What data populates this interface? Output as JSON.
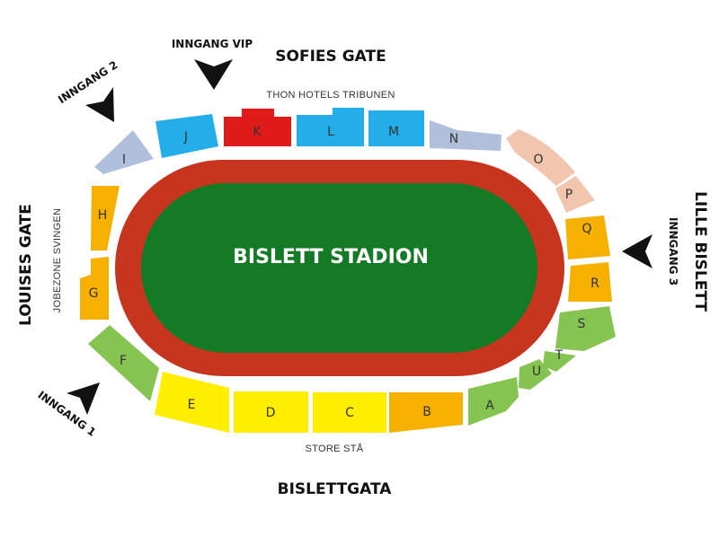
{
  "streets": {
    "north": "SOFIES GATE",
    "south": "BISLETTGATA",
    "west": "LOUISES GATE",
    "east": "LILLE BISLETT"
  },
  "stands": {
    "north": "THON HOTELS TRIBUNEN",
    "south": "STORE STÅ",
    "west": "JOBEZONE SVINGEN"
  },
  "title": "BISLETT STADION",
  "entrances": {
    "vip": "INNGANG VIP",
    "two": "INNGANG 2",
    "three": "INNGANG 3",
    "one": "INNGANG 1"
  },
  "colors": {
    "pitch": "#147a25",
    "track": "#c8351e",
    "blue": "#23aeea",
    "red": "#e11a1a",
    "lavender": "#b0c0dc",
    "peach": "#f2c6ae",
    "orange": "#f5b000",
    "green": "#86c452",
    "yellow": "#ffee00"
  },
  "sections": [
    {
      "id": "A",
      "color": "green"
    },
    {
      "id": "B",
      "color": "orange"
    },
    {
      "id": "C",
      "color": "yellow"
    },
    {
      "id": "D",
      "color": "yellow"
    },
    {
      "id": "E",
      "color": "yellow"
    },
    {
      "id": "F",
      "color": "green"
    },
    {
      "id": "G",
      "color": "orange"
    },
    {
      "id": "H",
      "color": "orange"
    },
    {
      "id": "I",
      "color": "lavender"
    },
    {
      "id": "J",
      "color": "blue"
    },
    {
      "id": "K",
      "color": "red"
    },
    {
      "id": "L",
      "color": "blue"
    },
    {
      "id": "M",
      "color": "blue"
    },
    {
      "id": "N",
      "color": "lavender"
    },
    {
      "id": "O",
      "color": "peach"
    },
    {
      "id": "P",
      "color": "peach"
    },
    {
      "id": "Q",
      "color": "orange"
    },
    {
      "id": "R",
      "color": "orange"
    },
    {
      "id": "S",
      "color": "green"
    },
    {
      "id": "T",
      "color": "green"
    },
    {
      "id": "U",
      "color": "green"
    }
  ]
}
